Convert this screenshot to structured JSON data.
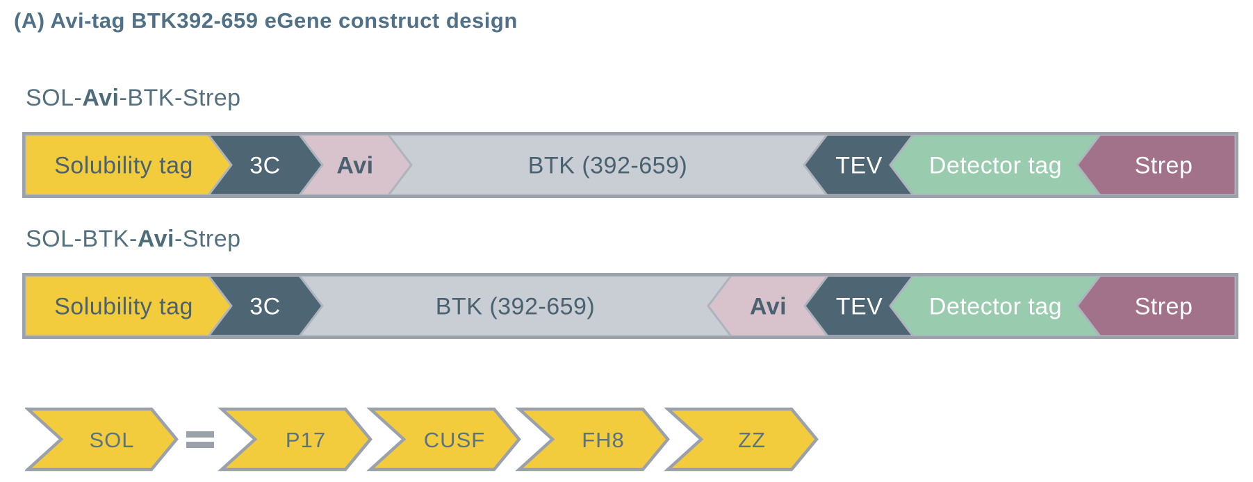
{
  "title": "(A) Avi-tag BTK392-659 eGene construct design",
  "colors": {
    "yellow": "#f3cc3e",
    "slate": "#4e6674",
    "pink": "#d8c2cb",
    "gray": "#c9cdd4",
    "green": "#99ccae",
    "mauve": "#a2718a",
    "dark_text": "#4a6170",
    "white_text": "#ffffff",
    "bar_border": "#9aa1ab",
    "segment_stroke": "#aeb4bd",
    "label_text": "#54707e",
    "title_text": "#4f7086",
    "legend_text": "#5b7280",
    "equals_color": "#9aa1ab"
  },
  "constructs": [
    {
      "name_parts": [
        "SOL-",
        "Avi",
        "-BTK-Strep"
      ],
      "segments": [
        {
          "label": "Solubility tag",
          "fill": "yellow",
          "text": "dark",
          "dir": "first",
          "start": 0,
          "end": 264
        },
        {
          "label": "3C",
          "fill": "slate",
          "text": "white",
          "dir": "right",
          "start": 264,
          "end": 395
        },
        {
          "label": "Avi",
          "fill": "pink",
          "text": "dark",
          "bold": true,
          "dir": "right",
          "start": 395,
          "end": 523
        },
        {
          "label": "BTK (392-659)",
          "fill": "gray",
          "text": "dark",
          "dir": "mid",
          "start": 523,
          "end": 1154
        },
        {
          "label": "TEV",
          "fill": "slate",
          "text": "white",
          "dir": "left",
          "start": 1154,
          "end": 1278
        },
        {
          "label": "Detector tag",
          "fill": "green",
          "text": "white",
          "dir": "left",
          "start": 1278,
          "end": 1547
        },
        {
          "label": "Strep",
          "fill": "mauve",
          "text": "white",
          "dir": "last",
          "start": 1547,
          "end": 1742
        }
      ]
    },
    {
      "name_parts": [
        "SOL-BTK-",
        "Avi",
        "-Strep"
      ],
      "segments": [
        {
          "label": "Solubility tag",
          "fill": "yellow",
          "text": "dark",
          "dir": "first",
          "start": 0,
          "end": 264
        },
        {
          "label": "3C",
          "fill": "slate",
          "text": "white",
          "dir": "right",
          "start": 264,
          "end": 395
        },
        {
          "label": "BTK (392-659)",
          "fill": "gray",
          "text": "dark",
          "dir": "mid",
          "start": 395,
          "end": 1016
        },
        {
          "label": "Avi",
          "fill": "pink",
          "text": "dark",
          "bold": true,
          "dir": "left",
          "start": 1016,
          "end": 1155
        },
        {
          "label": "TEV",
          "fill": "slate",
          "text": "white",
          "dir": "left",
          "start": 1155,
          "end": 1278
        },
        {
          "label": "Detector tag",
          "fill": "green",
          "text": "white",
          "dir": "left",
          "start": 1278,
          "end": 1547
        },
        {
          "label": "Strep",
          "fill": "mauve",
          "text": "white",
          "dir": "last",
          "start": 1547,
          "end": 1742
        }
      ]
    }
  ],
  "legend": {
    "lhs": "SOL",
    "equals_sign": "=",
    "rhs": [
      "P17",
      "CUSF",
      "FH8",
      "ZZ"
    ]
  }
}
